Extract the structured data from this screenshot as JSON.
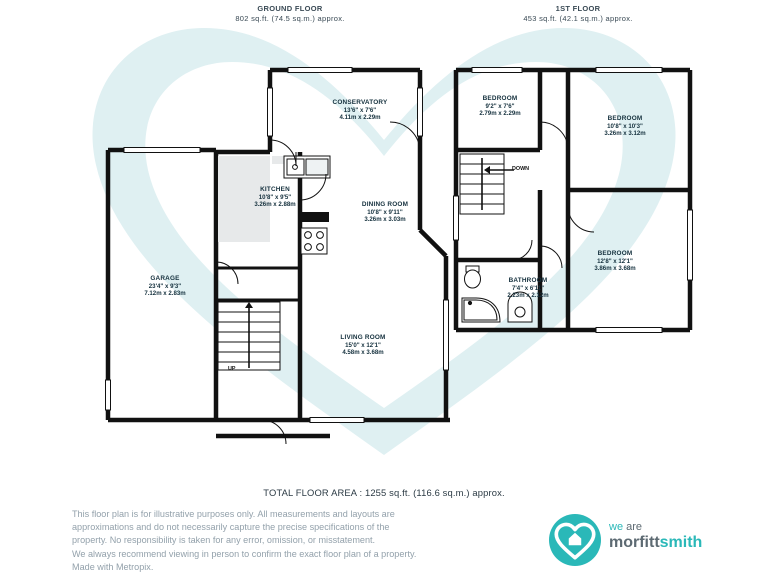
{
  "document": {
    "type": "floor-plan",
    "total_area_label": "TOTAL FLOOR AREA : 1255 sq.ft. (116.6 sq.m.) approx."
  },
  "floors": [
    {
      "id": "ground",
      "title": "GROUND FLOOR",
      "area": "802 sq.ft. (74.5 sq.m.) approx."
    },
    {
      "id": "first",
      "title": "1ST FLOOR",
      "area": "453 sq.ft. (42.1 sq.m.) approx."
    }
  ],
  "rooms": [
    {
      "id": "conservatory",
      "floor": "ground",
      "name": "CONSERVATORY",
      "imperial": "13'6\"  x 7'6\"",
      "metric": "4.11m  x 2.29m"
    },
    {
      "id": "kitchen",
      "floor": "ground",
      "name": "KITCHEN",
      "imperial": "10'8\"  x 9'5\"",
      "metric": "3.26m  x 2.88m"
    },
    {
      "id": "dining-room",
      "floor": "ground",
      "name": "DINING ROOM",
      "imperial": "10'8\"  x 9'11\"",
      "metric": "3.26m  x 3.03m"
    },
    {
      "id": "garage",
      "floor": "ground",
      "name": "GARAGE",
      "imperial": "23'4\"  x 9'3\"",
      "metric": "7.12m  x 2.83m"
    },
    {
      "id": "living-room",
      "floor": "ground",
      "name": "LIVING ROOM",
      "imperial": "15'0\"  x 12'1\"",
      "metric": "4.58m  x 3.68m"
    },
    {
      "id": "bedroom-1",
      "floor": "first",
      "name": "BEDROOM",
      "imperial": "9'2\"  x 7'6\"",
      "metric": "2.79m  x 2.29m"
    },
    {
      "id": "bedroom-2",
      "floor": "first",
      "name": "BEDROOM",
      "imperial": "10'8\"  x 10'3\"",
      "metric": "3.26m  x 3.12m"
    },
    {
      "id": "bedroom-3",
      "floor": "first",
      "name": "BEDROOM",
      "imperial": "12'8\"  x 12'1\"",
      "metric": "3.86m  x 3.68m"
    },
    {
      "id": "bathroom",
      "floor": "first",
      "name": "BATHROOM",
      "imperial": "7'4\"  x 6'11\"",
      "metric": "2.23m  x 2.12m"
    }
  ],
  "stairs": [
    {
      "id": "ground-up",
      "label": "UP"
    },
    {
      "id": "first-down",
      "label": "DOWN"
    }
  ],
  "disclaimer": {
    "line1": "This floor plan is for illustrative purposes only. All measurements and layouts are",
    "line2": "approximations and do not necessarily capture the precise specifications of the",
    "line3": "property. No responsibility is taken for any error, omission, or misstatement.",
    "line4": "We always recommend viewing in person to confirm the exact floor plan of a property.",
    "line5": "Made with Metropix."
  },
  "logo": {
    "line1_a": "we",
    "line1_b": "are",
    "line2_a": "morfitt",
    "line2_b": "smith",
    "mark_name": "heart-pin-logo-icon"
  },
  "colors": {
    "brand_teal": "#2ab8b8",
    "wall": "#111111",
    "watermark": "#dff0f2",
    "room_text": "#14303d",
    "disclaimer_text": "#93a1ab"
  }
}
